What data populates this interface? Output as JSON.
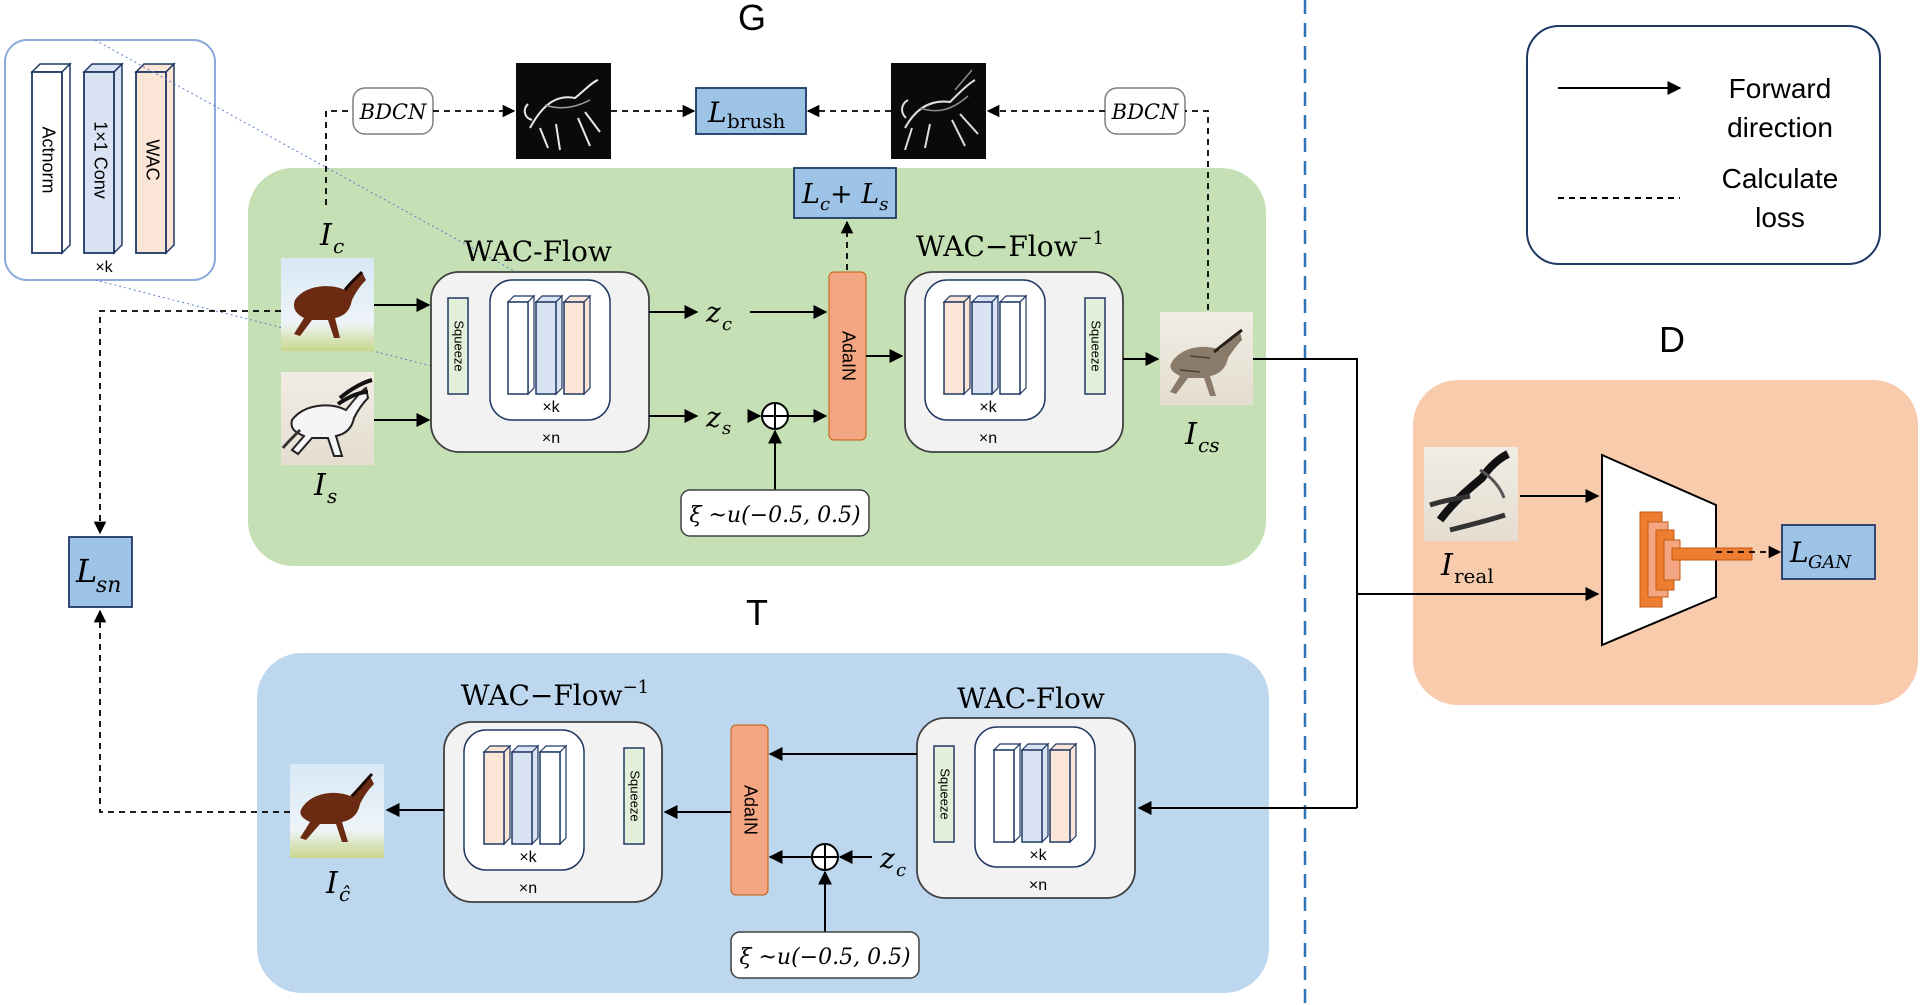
{
  "sections": {
    "generator": "G",
    "transform": "T",
    "discriminator": "D"
  },
  "legend": {
    "forward_line1": "Forward",
    "forward_line2": "direction",
    "loss_line1": "Calculate",
    "loss_line2": "loss"
  },
  "inset": {
    "actnorm": "Actnorm",
    "conv": "1×1 Conv",
    "wac": "WAC",
    "repeat": "×k"
  },
  "blocks": {
    "bdcn_left": "BDCN",
    "bdcn_right": "BDCN",
    "l_brush": "L",
    "l_brush_sub": "brush",
    "lc_ls": {
      "l1": "L",
      "c": "c",
      "plus": "+ ",
      "l2": "L",
      "s": "s"
    },
    "wac_flow_g": "WAC-Flow",
    "wac_flow_inv_g": "WAC−Flow",
    "wac_flow_t": "WAC-Flow",
    "wac_flow_inv_t": "WAC−Flow",
    "inv_exp": "−1",
    "squeeze": "Squeeze",
    "adain": "AdaIN",
    "xk": "×k",
    "xn": "×n",
    "noise": "ξ ~u(−0.5, 0.5)",
    "l_sn": "L",
    "l_sn_sub": "sn",
    "l_gan": "L",
    "l_gan_sub": "GAN"
  },
  "symbols": {
    "ic": "I",
    "ic_sub": "c",
    "is": "I",
    "is_sub": "s",
    "ics": "I",
    "ics_sub": "cs",
    "ireal": "I",
    "ireal_sub": "real",
    "ichat": "I",
    "ichat_sub": "ĉ",
    "zc": "z",
    "zc_sub": "c",
    "zs": "z",
    "zs_sub": "s",
    "zc_t": "z",
    "zc_t_sub": "c"
  },
  "colors": {
    "green_panel": "#c5e0b4",
    "blue_panel": "#bdd7ee",
    "orange_panel": "#f8cbad",
    "loss_box": "#9dc3e6",
    "adain": "#f4a582",
    "layer_orange": "#fbe5d6",
    "layer_blue": "#dae3f3",
    "squeeze_green": "#e2f0d9",
    "divider": "#2e75b6"
  }
}
